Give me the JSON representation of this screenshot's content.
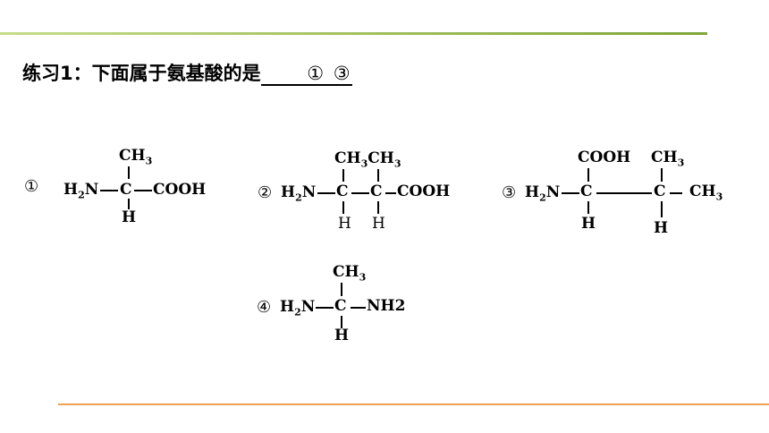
{
  "question": {
    "text": "练习1：下面属于氨基酸的是",
    "answer": "① ③"
  },
  "structures": [
    {
      "number": "①",
      "top_group": "CH3",
      "left_group": "H2N",
      "center_atom": "C",
      "right_group": "COOH",
      "bottom_group": "H"
    },
    {
      "number": "②",
      "top_group": "CH3CH3",
      "left_group": "H2N",
      "center_atom_1": "C",
      "center_atom_2": "C",
      "right_group": "COOH",
      "bottom_group_1": "H",
      "bottom_group_2": "H"
    },
    {
      "number": "③",
      "top_group_1": "COOH",
      "top_group_2": "CH3",
      "left_group": "H2N",
      "center_atom_1": "C",
      "center_atom_2": "C",
      "right_group": "CH3",
      "bottom_group_1": "H",
      "bottom_group_2": "H"
    },
    {
      "number": "④",
      "top_group": "CH3",
      "left_group": "H2N",
      "center_atom": "C",
      "right_group": "NH2",
      "bottom_group": "H"
    }
  ]
}
